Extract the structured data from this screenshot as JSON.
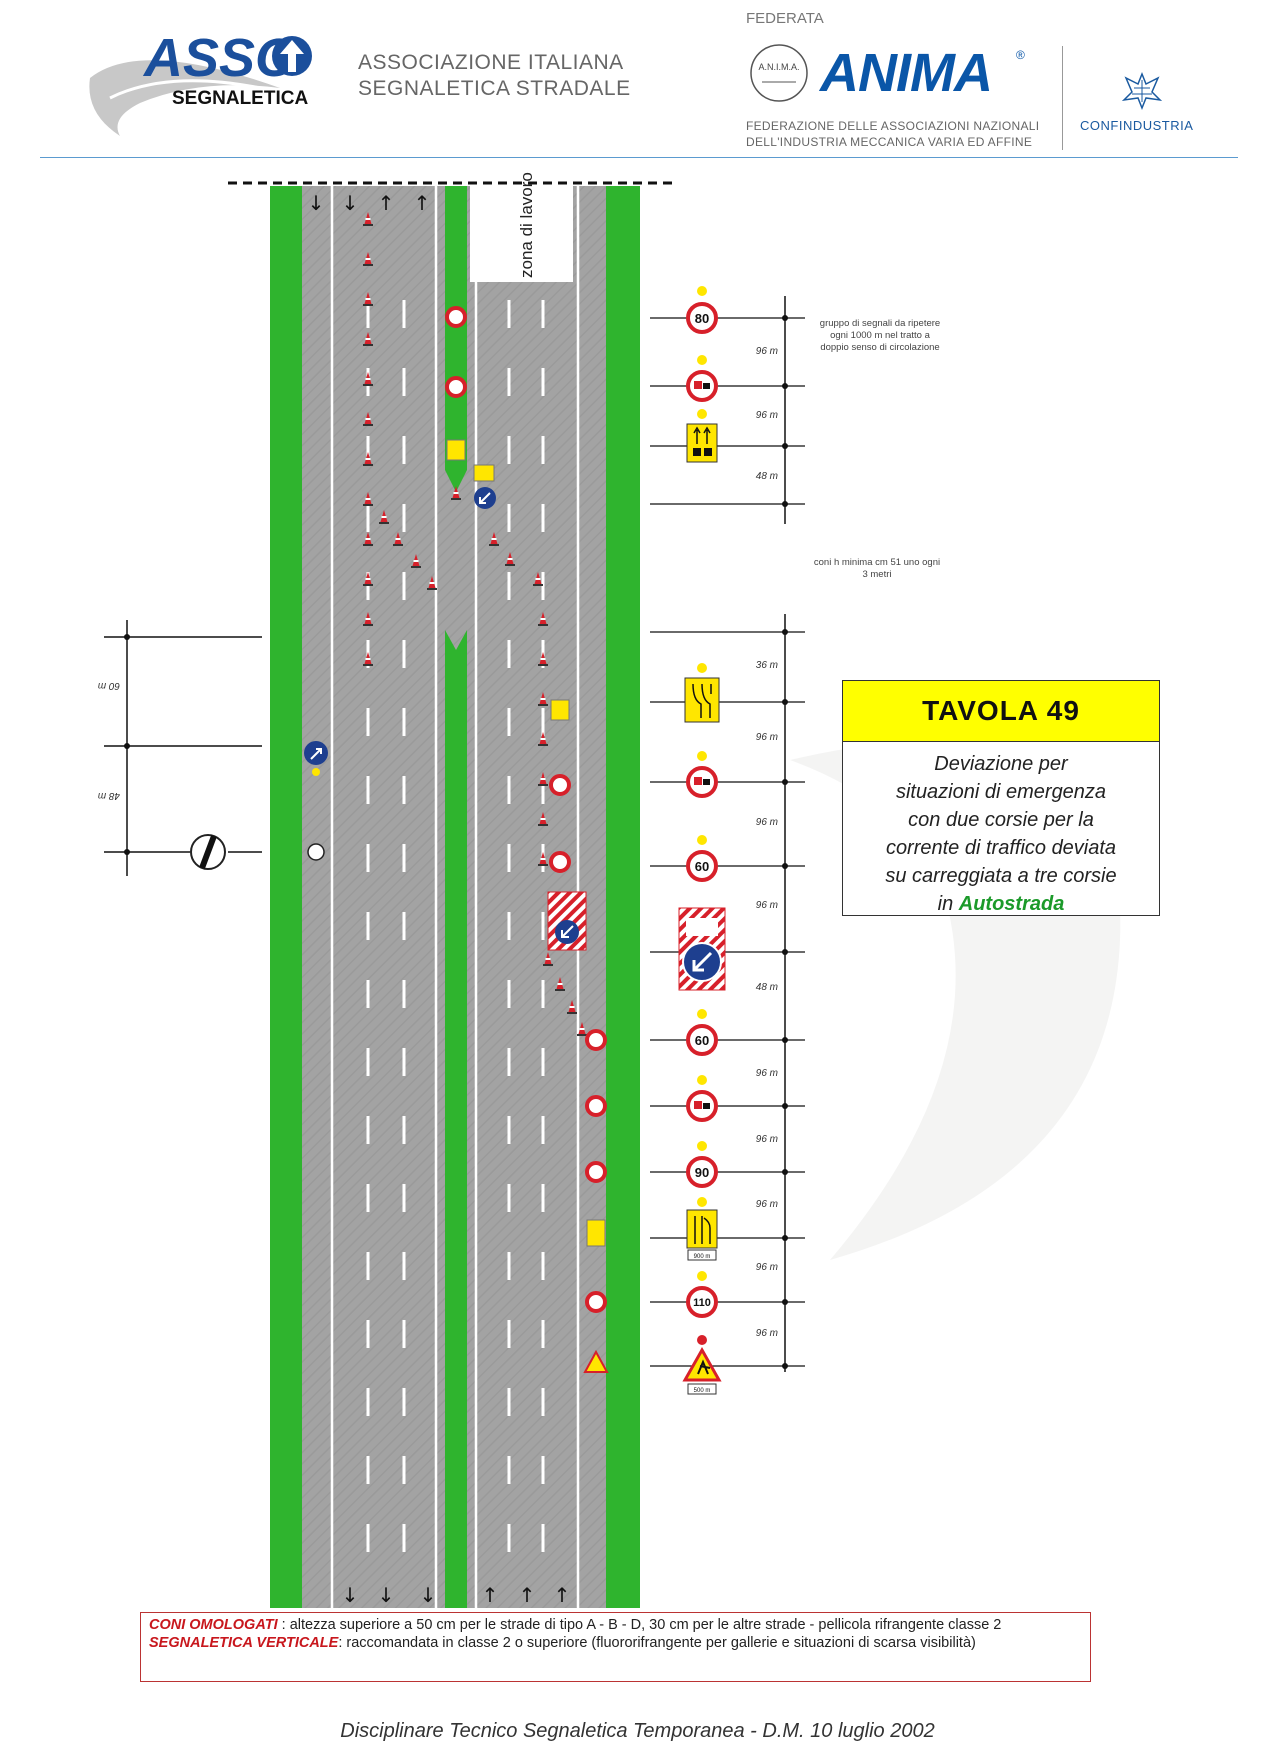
{
  "header": {
    "asso_logo_top": "ASSO",
    "asso_logo_bottom": "SEGNALETICA",
    "association_line1": "ASSOCIAZIONE ITALIANA",
    "association_line2": "SEGNALETICA STRADALE",
    "federata": "FEDERATA",
    "anima_badge": "A.N.I.M.A.",
    "anima_word": "ANIMA",
    "anima_reg": "®",
    "anima_line1": "FEDERAZIONE DELLE ASSOCIAZIONI NAZIONALI",
    "anima_line2": "DELL'INDUSTRIA MECCANICA VARIA ED AFFINE",
    "confindustria": "CONFINDUSTRIA"
  },
  "diagram": {
    "work_zone_label": "zona di lavoro",
    "left_distances": [
      "60 m",
      "48 m"
    ],
    "right_distances": [
      "96 m",
      "96 m",
      "48 m",
      "36 m",
      "96 m",
      "96 m",
      "96 m",
      "48 m",
      "96 m",
      "96 m",
      "96 m",
      "96 m",
      "96 m"
    ],
    "speed_limits": [
      "80",
      "60",
      "60",
      "90",
      "110"
    ],
    "panel_distances": [
      "900 m",
      "500 m"
    ],
    "note_repeat": "gruppo di segnali da ripetere ogni 1000 m nel tratto a doppio senso di circolazione",
    "note_cones": "coni h minima cm 51 uno ogni 3 metri",
    "colors": {
      "green": "#2fb42e",
      "asphalt": "#a3a3a3",
      "red": "#d7202a",
      "yellow": "#ffe600",
      "blue": "#1e3f8f"
    }
  },
  "tavola": {
    "title": "TAVOLA  49",
    "line1": "Deviazione per",
    "line2": "situazioni di emergenza",
    "line3": "con due corsie per la",
    "line4": "corrente di traffico deviata",
    "line5": "su carreggiata a tre corsie",
    "line6_prefix": "in ",
    "line6_highlight": "Autostrada"
  },
  "footer": {
    "coni_label": "CONI OMOLOGATI",
    "coni_text": " : altezza superiore a 50 cm per le strade di tipo A - B - D, 30 cm per le altre strade - pellicola rifrangente classe 2",
    "segn_label": "SEGNALETICA VERTICALE",
    "segn_text": ": raccomandata in classe 2 o superiore (fluororifrangente per gallerie e situazioni di scarsa visibilità)",
    "caption": "Disciplinare Tecnico Segnaletica Temporanea - D.M.  10 luglio 2002"
  }
}
